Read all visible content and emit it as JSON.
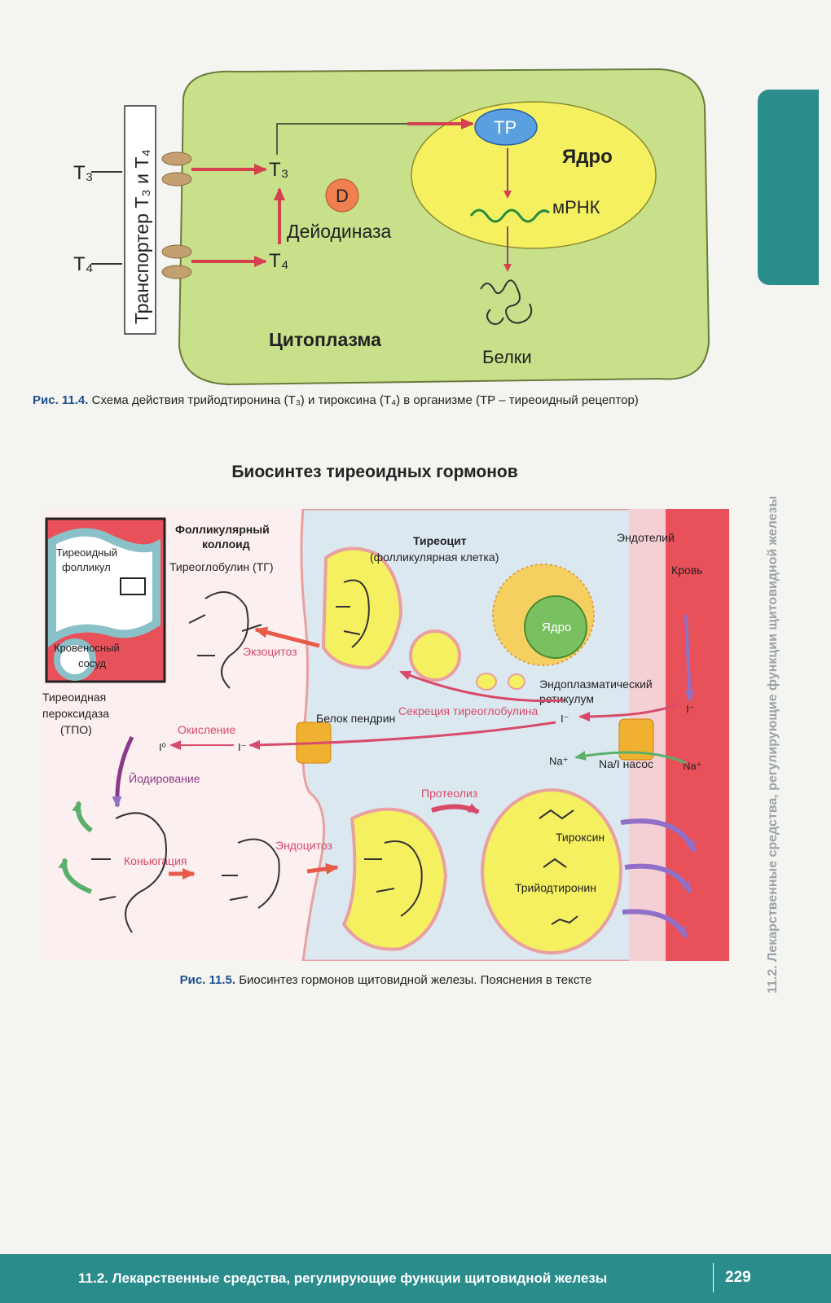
{
  "fig1": {
    "transporter_label": "Транспортер T₃ и T₄",
    "t3_outside": "T₃",
    "t4_outside": "T₄",
    "t3_inside": "T₃",
    "t4_inside": "T₄",
    "d_symbol": "D",
    "deiodinase": "Дейодиназа",
    "tr": "ТР",
    "nucleus": "Ядро",
    "mrna": "мРНК",
    "proteins": "Белки",
    "cytoplasm": "Цитоплазма"
  },
  "caption1": {
    "label": "Рис. 11.4.",
    "text": "Схема действия трийодтиронина (T₃) и тироксина (T₄) в организме (ТР – тиреоидный рецептор)"
  },
  "section_title": "Биосинтез тиреоидных гормонов",
  "fig2": {
    "inset_follicle": "Тиреоидный фолликул",
    "inset_vessel": "Кровеносный сосуд",
    "colloid": "Фолликулярный коллоид",
    "thyroglobulin": "Тиреоглобулин (ТГ)",
    "thyrocyte": "Тиреоцит",
    "follicular_cell": "(фолликулярная клетка)",
    "endothelium": "Эндотелий",
    "blood": "Кровь",
    "nucleus": "Ядро",
    "exocytosis": "Экзоцитоз",
    "er": "Эндоплазматический ретикулум",
    "tpo": "Тиреоидная пероксидаза (ТПО)",
    "oxidation": "Окисление",
    "i0": "I⁰",
    "i_minus": "I⁻",
    "pendrin": "Белок пендрин",
    "tg_secretion": "Секреция тиреоглобулина",
    "i_minus_cell": "I⁻",
    "i_minus_blood": "I⁻",
    "na_out": "Na⁺",
    "na_pump": "Na/I насос",
    "na_in": "Na⁺",
    "iodination": "Йодирование",
    "proteolysis": "Протеолиз",
    "thyroxine": "Тироксин",
    "conjugation": "Коньюгация",
    "endocytosis": "Эндоцитоз",
    "triiodothyronine": "Трийодтиронин"
  },
  "caption2": {
    "label": "Рис. 11.5.",
    "text": "Биосинтез гормонов щитовидной железы. Пояснения в тексте"
  },
  "side_text": "11.2. Лекарственные средства, регулирующие функции щитовидной железы",
  "footer": {
    "text": "11.2. Лекарственные средства, регулирующие функции щитовидной железы",
    "page": "229"
  },
  "colors": {
    "teal": "#2b8c8c",
    "cell_green": "#c8e08a",
    "nucleus_yellow": "#f5f060",
    "arrow_red": "#d64150",
    "caption_blue": "#1d4f8f"
  }
}
